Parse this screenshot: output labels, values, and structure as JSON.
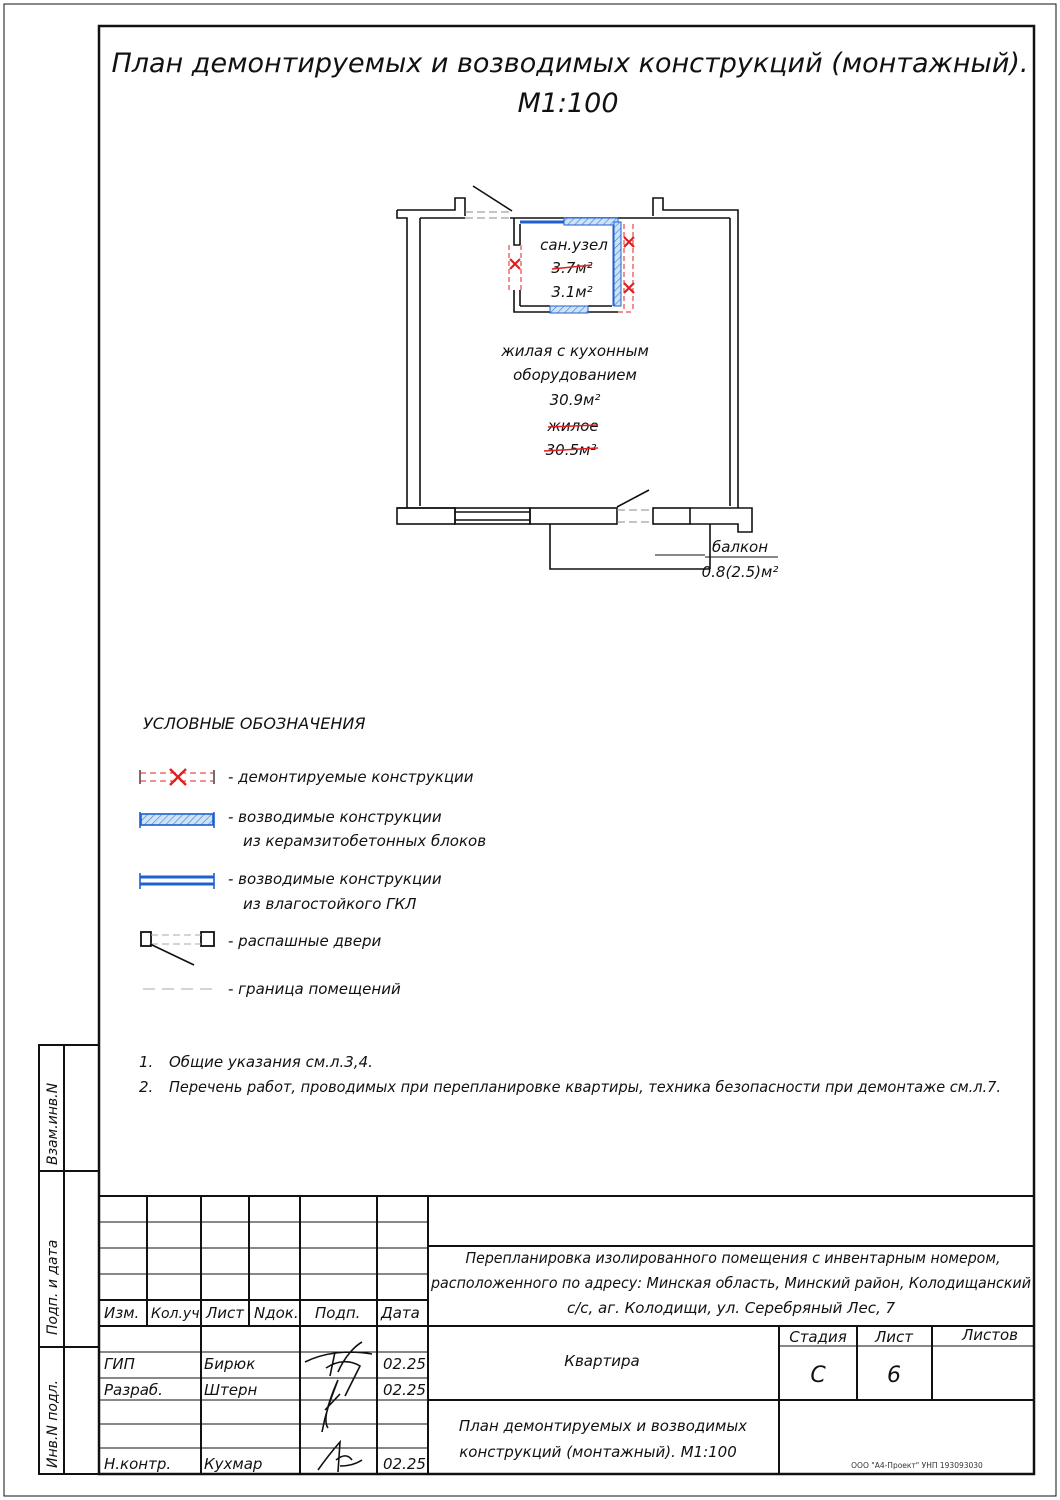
{
  "title": {
    "line1": "План демонтируемых и возводимых конструкций (монтажный).",
    "line2": "М1:100"
  },
  "plan": {
    "bathroom": {
      "name": "сан.узел",
      "old_area": "3.7м²",
      "new_area": "3.1м²"
    },
    "living": {
      "line1": "жилая с кухонным",
      "line2": "оборудованием",
      "area": "30.9м²",
      "old_name": "жилое",
      "old_area": "30.5м²"
    },
    "balcony": {
      "name": "балкон",
      "area": "0.8(2.5)м²"
    }
  },
  "legend": {
    "heading": "УСЛОВНЫЕ ОБОЗНАЧЕНИЯ",
    "items": [
      {
        "line1": "- демонтируемые конструкции",
        "line2": ""
      },
      {
        "line1": "- возводимые конструкции",
        "line2": "из керамзитобетонных блоков"
      },
      {
        "line1": "- возводимые конструкции",
        "line2": "из влагостойкого ГКЛ"
      },
      {
        "line1": "- распашные двери",
        "line2": ""
      },
      {
        "line1": "- граница помещений",
        "line2": ""
      }
    ]
  },
  "notes": [
    {
      "num": "1.",
      "text": "Общие указания см.л.3,4."
    },
    {
      "num": "2.",
      "text": "Перечень работ, проводимых при перепланировке квартиры, техника безопасности при демонтаже см.л.7."
    }
  ],
  "side_stamp": {
    "vzam": "Взам.инв.N",
    "podp": "Подп. и дата",
    "inv": "Инв.N подл."
  },
  "title_block": {
    "headers": {
      "izm": "Изм.",
      "kol": "Кол.уч.",
      "list": "Лист",
      "ndok": "Nдок.",
      "podp": "Подп.",
      "data": "Дата"
    },
    "project": {
      "line1": "Перепланировка изолированного помещения с инвентарным номером,",
      "line2": "расположенного по адресу: Минская область, Минский район, Колодищанский",
      "line3": "с/с, аг. Колодищи, ул. Серебряный Лес, 7"
    },
    "object": "Квартира",
    "sheet_name": {
      "line1": "План демонтируемых и возводимых",
      "line2": "конструкций (монтажный). М1:100"
    },
    "stage_label": "Стадия",
    "list_label": "Лист",
    "listov_label": "Листов",
    "stage": "С",
    "list_num": "6",
    "company": "ООО \"А4-Проект\" УНП 193093030",
    "people": [
      {
        "role": "ГИП",
        "name": "Бирюк",
        "date": "02.25"
      },
      {
        "role": "Разраб.",
        "name": "Штерн",
        "date": "02.25"
      },
      {
        "role": "Н.контр.",
        "name": "Кухмар",
        "date": "02.25"
      }
    ]
  }
}
